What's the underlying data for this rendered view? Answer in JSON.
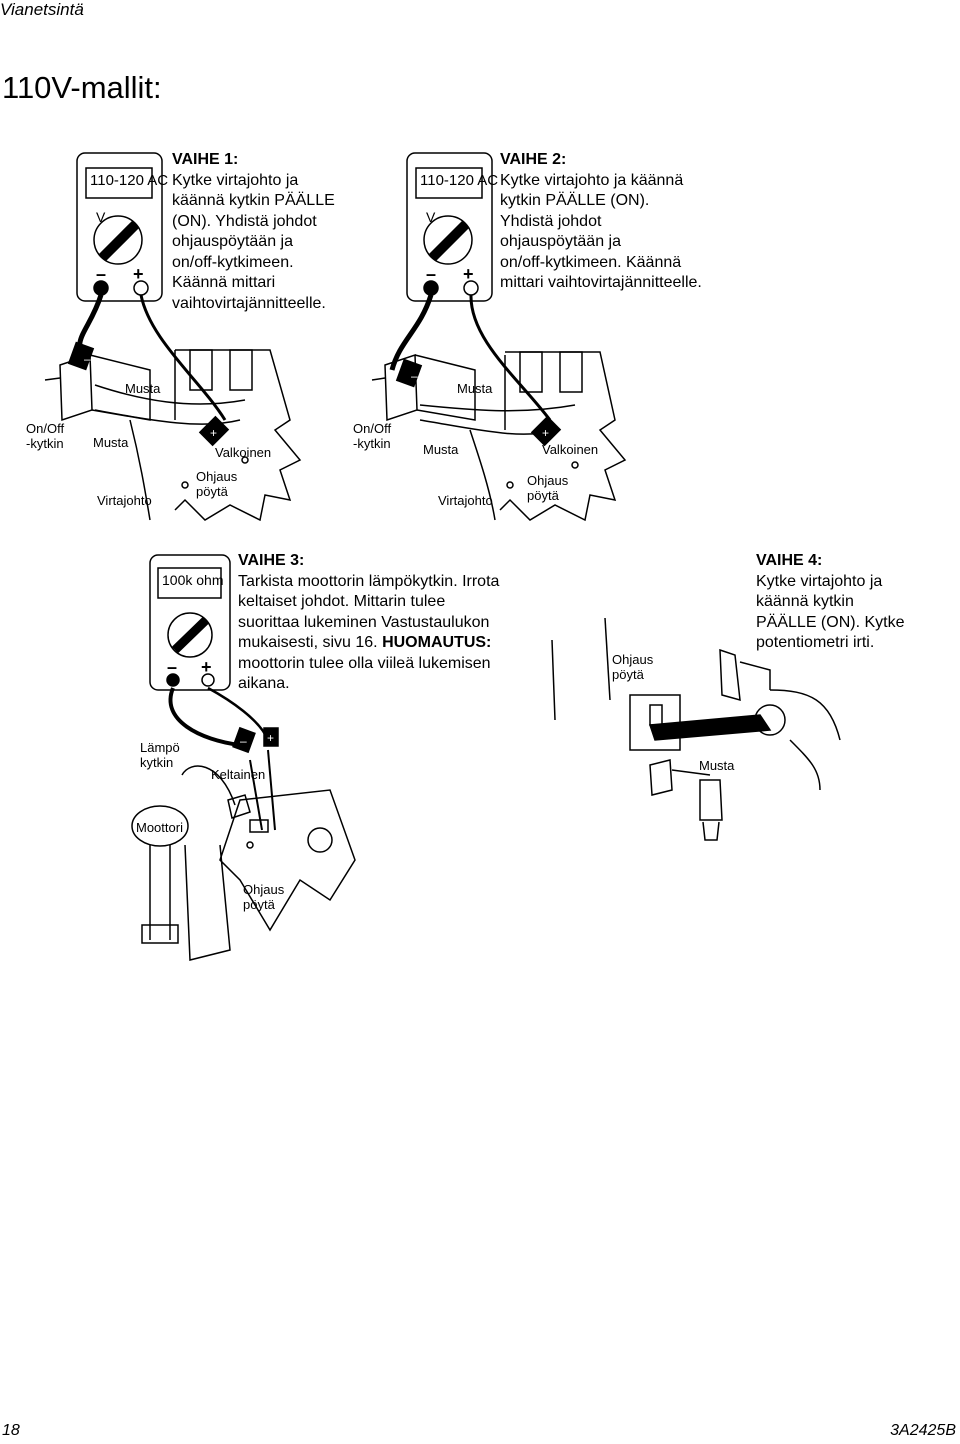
{
  "header": {
    "section": "Vianetsintä"
  },
  "title": "110V-mallit:",
  "steps": {
    "s1": {
      "label": "VAIHE 1:",
      "lines": [
        "Kytke virtajohto ja",
        "käännä kytkin PÄÄLLE",
        "(ON). Yhdistä johdot",
        "ohjauspöytään ja",
        "on/off-kytkimeen.",
        "Käännä mittari",
        "vaihtovirtajännitteelle."
      ]
    },
    "s2": {
      "label": "VAIHE 2:",
      "lines": [
        "Kytke virtajohto ja käännä",
        "kytkin PÄÄLLE (ON).",
        "Yhdistä johdot",
        "ohjauspöytään ja",
        "on/off-kytkimeen. Käännä",
        "mittari vaihtovirtajännitteelle."
      ]
    },
    "s3": {
      "label": "VAIHE 3:",
      "lines": [
        "Tarkista moottorin lämpökytkin. Irrota",
        "keltaiset johdot. Mittarin tulee",
        "suorittaa lukeminen Vastustaulukon",
        "mukaisesti, sivu 16."
      ],
      "note_label": "HUOMAUTUS:",
      "note_lines": [
        "moottorin tulee olla viileä lukemisen",
        "aikana."
      ]
    },
    "s4": {
      "label": "VAIHE 4:",
      "lines": [
        "Kytke virtajohto ja",
        "käännä kytkin",
        "PÄÄLLE (ON). Kytke",
        "potentiometri irti."
      ]
    }
  },
  "meters": {
    "m1": "110-120 AC",
    "m2": "110-120 AC",
    "m3": "100k ohm"
  },
  "labels": {
    "musta": "Musta",
    "valkoinen": "Valkoinen",
    "virtajohto": "Virtajohto",
    "onoff_1": "On/Off",
    "onoff_2": "-kytkin",
    "ohjaus": "Ohjaus",
    "poyta": "pöytä",
    "lampo": "Lämpö",
    "kytkin": "kytkin",
    "keltainen": "Keltainen",
    "moottori": "Moottori"
  },
  "footer": {
    "page_number": "18",
    "doc_code": "3A2425B"
  }
}
